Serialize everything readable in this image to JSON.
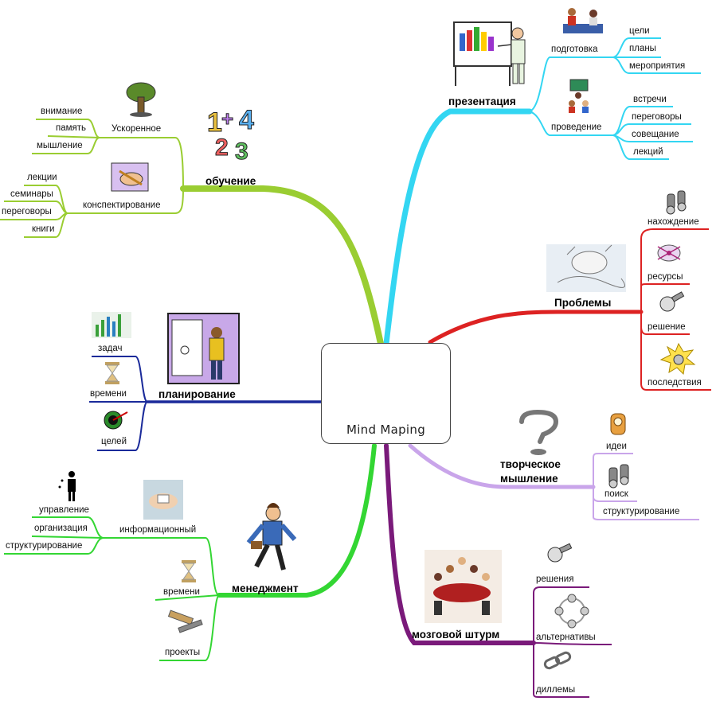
{
  "center": {
    "title": "Mind Maping"
  },
  "colors": {
    "presentation": "#33d6f2",
    "problems": "#dd2222",
    "creative": "#c9a5ea",
    "brainstorm": "#7a1a7a",
    "management": "#33d633",
    "planning": "#1a2a9a",
    "learning": "#9acd32",
    "box": "#444444"
  },
  "branches": {
    "presentation": {
      "label": "презентация",
      "groups": [
        {
          "label": "подготовка",
          "items": [
            "цели",
            "планы",
            "мероприятия"
          ]
        },
        {
          "label": "проведение",
          "items": [
            "встречи",
            "переговоры",
            "совещание",
            "лекций"
          ]
        }
      ]
    },
    "problems": {
      "label": "Проблемы",
      "items": [
        "нахождение",
        "ресурсы",
        "решение",
        "последствия"
      ]
    },
    "creative": {
      "label_line1": "творческое",
      "label_line2": "мышление",
      "items": [
        "идеи",
        "поиск",
        "структурирование"
      ]
    },
    "brainstorm": {
      "label": "мозговой штурм",
      "items": [
        "решения",
        "альтернативы",
        "диллемы"
      ]
    },
    "management": {
      "label": "менеджмент",
      "groups": [
        {
          "label": "информационный",
          "items": [
            "управление",
            "организация",
            "структурирование"
          ]
        },
        {
          "label": "времени",
          "items": []
        },
        {
          "label": "проекты",
          "items": []
        }
      ]
    },
    "planning": {
      "label": "планирование",
      "items": [
        "задач",
        "времени",
        "целей"
      ]
    },
    "learning": {
      "label": "обучение",
      "groups": [
        {
          "label": "Ускоренное",
          "items": [
            "внимание",
            "память",
            "мышление"
          ]
        },
        {
          "label": "конспектирование",
          "items": [
            "лекции",
            "семинары",
            "переговоры",
            "книги"
          ]
        }
      ]
    }
  }
}
